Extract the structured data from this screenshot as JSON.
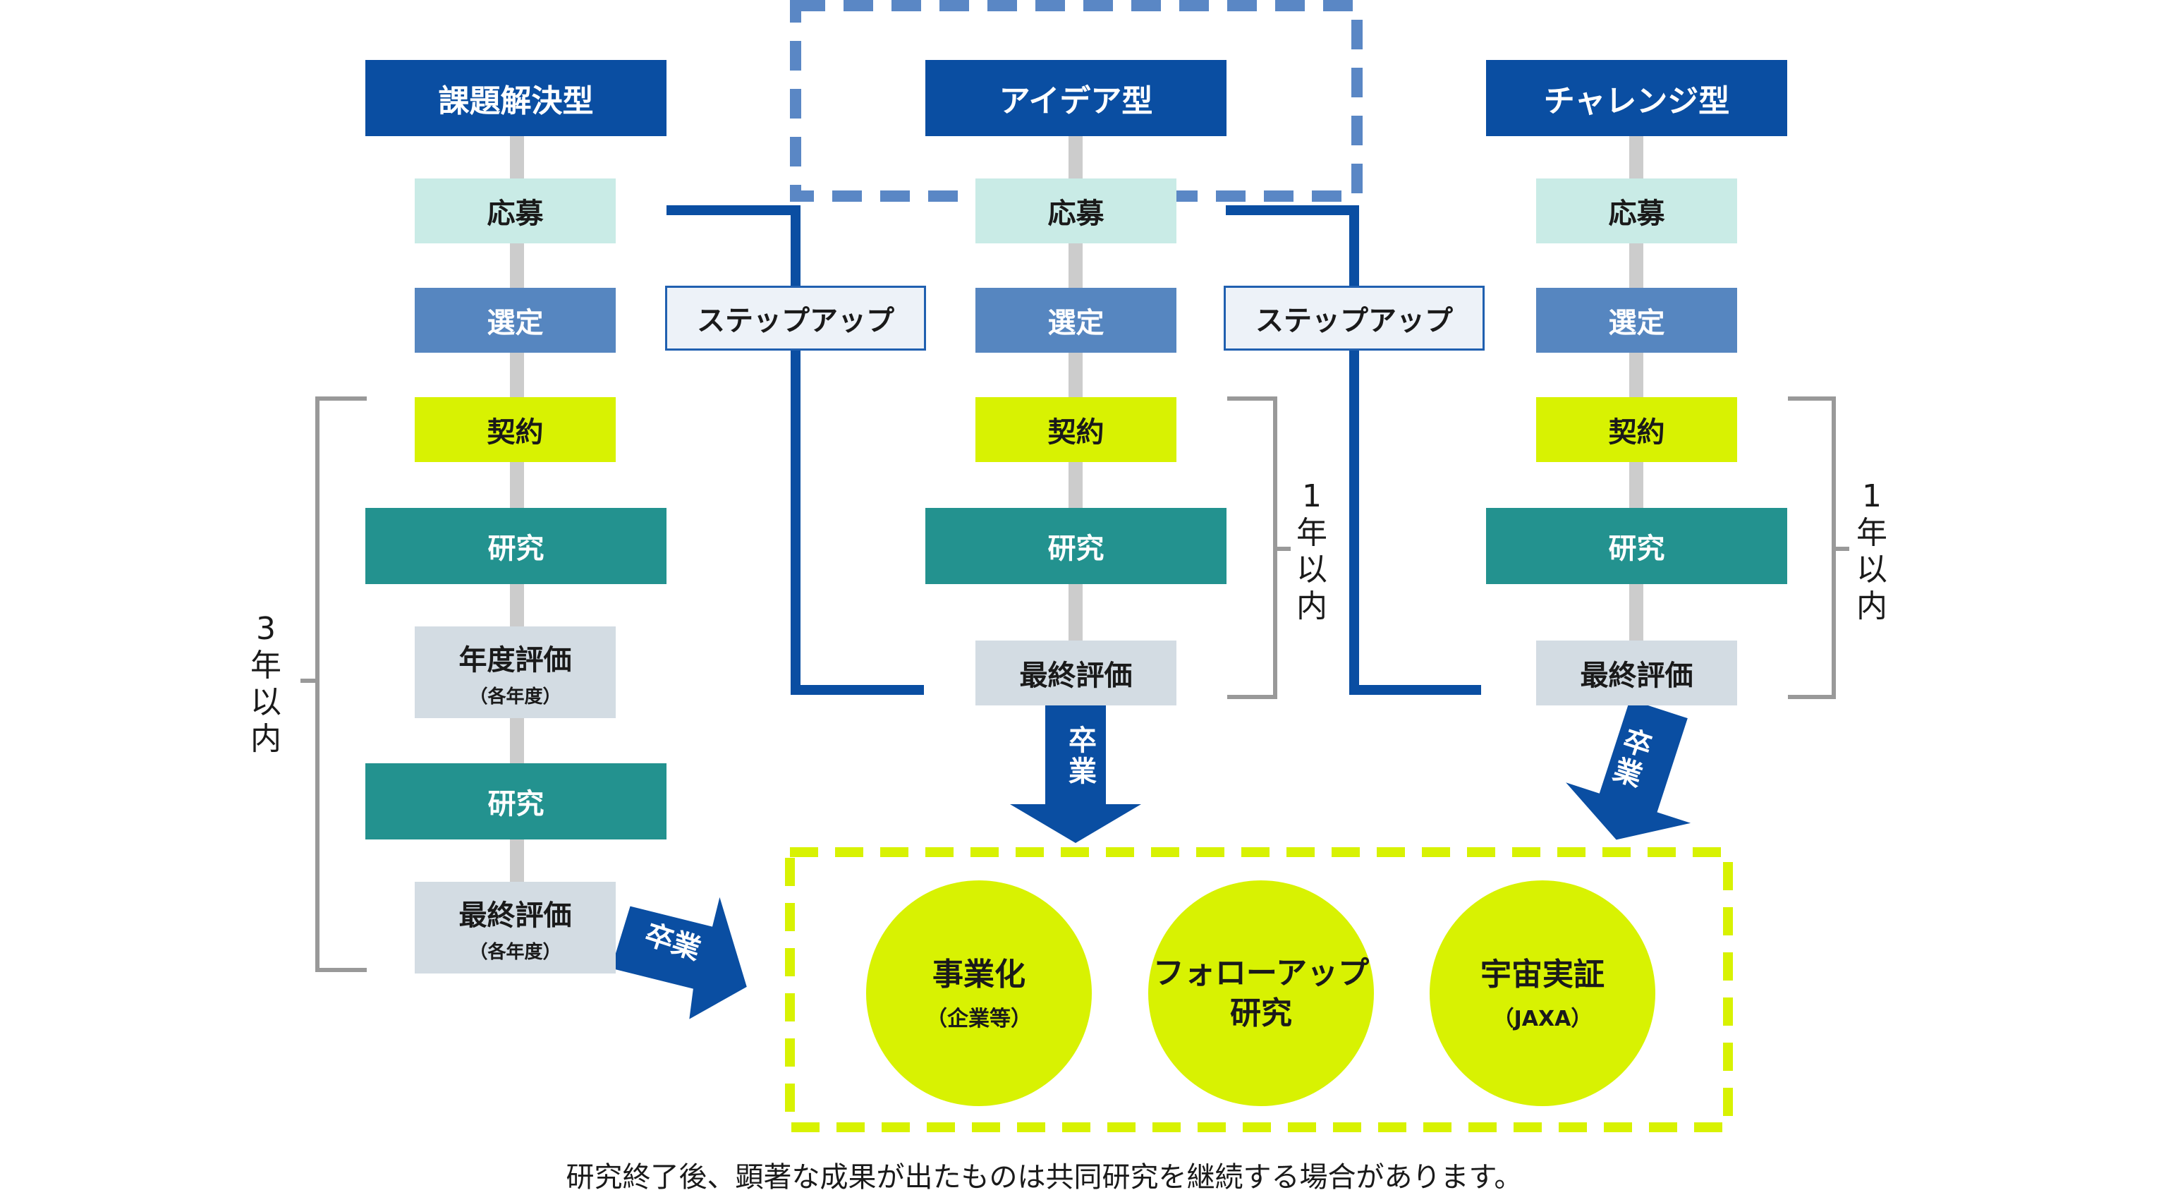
{
  "columns": [
    {
      "header": "課題解決型",
      "apply": "応募",
      "select": "選定",
      "contract": "契約",
      "research1": "研究",
      "annual_eval": "年度評価",
      "annual_eval_sub": "（各年度）",
      "research2": "研究",
      "final_eval": "最終評価",
      "final_eval_sub": "（各年度）",
      "duration": [
        "3",
        "年",
        "以",
        "内"
      ],
      "graduate": "卒業"
    },
    {
      "header": "アイデア型",
      "apply": "応募",
      "select": "選定",
      "contract": "契約",
      "research": "研究",
      "final_eval": "最終評価",
      "duration": [
        "1",
        "年",
        "以",
        "内"
      ],
      "graduate": "卒業"
    },
    {
      "header": "チャレンジ型",
      "apply": "応募",
      "select": "選定",
      "contract": "契約",
      "research": "研究",
      "final_eval": "最終評価",
      "duration": [
        "1",
        "年",
        "以",
        "内"
      ],
      "graduate": "卒業"
    }
  ],
  "stepup": [
    "ステップアップ",
    "ステップアップ"
  ],
  "outcomes": [
    {
      "main": "事業化",
      "sub": "（企業等）"
    },
    {
      "main1": "フォローアップ",
      "main2": "研究"
    },
    {
      "main": "宇宙実証",
      "sub": "（JAXA）"
    }
  ],
  "footnote": "研究終了後、顕著な成果が出たものは共同研究を継続する場合があります。",
  "colors": {
    "header": "#0a4ea2",
    "apply": "#c9ebe6",
    "select": "#5686c0",
    "contract": "#d8f202",
    "research": "#23928f",
    "eval": "#d3dce3",
    "connector": "#0a4ea2",
    "dashed_blue": "#5a87c5",
    "dashed_lime": "#d8f202",
    "stem": "#cccccc",
    "bracket": "#999999"
  }
}
